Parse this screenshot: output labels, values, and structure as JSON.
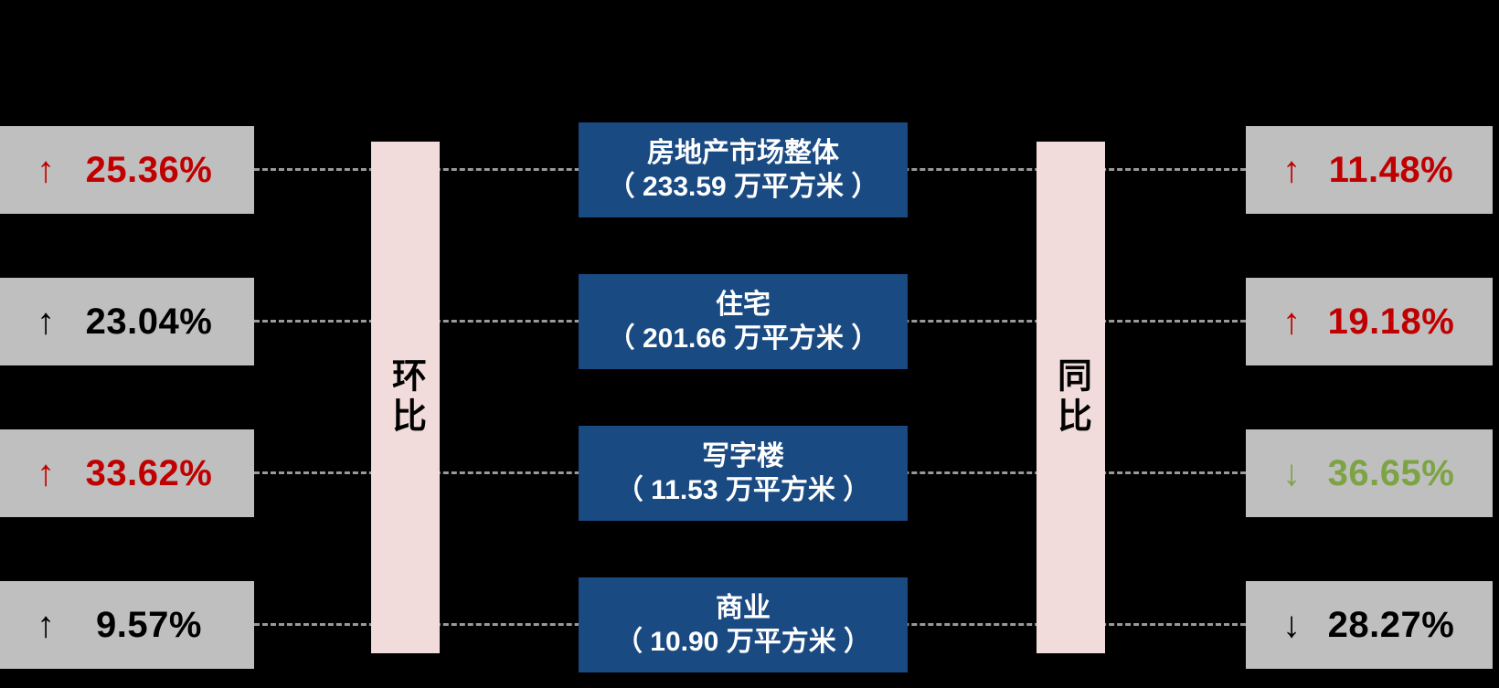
{
  "colors": {
    "background": "#000000",
    "gray_box": "#BFBFBF",
    "blue_box": "#1A4A82",
    "pink_bar": "#F2DCDB",
    "dash_line": "#9A9A9A",
    "red": "#C00000",
    "green": "#7CA444",
    "black": "#000000",
    "white": "#FFFFFF"
  },
  "left_column": {
    "label": "环比",
    "items": [
      {
        "arrow": "↑",
        "value": "25.36%",
        "color": "red"
      },
      {
        "arrow": "↑",
        "value": "23.04%",
        "color": "black"
      },
      {
        "arrow": "↑",
        "value": "33.62%",
        "color": "red"
      },
      {
        "arrow": "↑",
        "value": "9.57%",
        "color": "black"
      }
    ]
  },
  "center_column": {
    "items": [
      {
        "title": "房地产市场整体",
        "subtitle": "（ 233.59 万平方米 ）"
      },
      {
        "title": "住宅",
        "subtitle": "（ 201.66 万平方米 ）"
      },
      {
        "title": "写字楼",
        "subtitle": "（ 11.53 万平方米 ）"
      },
      {
        "title": "商业",
        "subtitle": "（ 10.90 万平方米 ）"
      }
    ]
  },
  "right_column": {
    "label": "同比",
    "items": [
      {
        "arrow": "↑",
        "value": "11.48%",
        "color": "red"
      },
      {
        "arrow": "↑",
        "value": "19.18%",
        "color": "red"
      },
      {
        "arrow": "↓",
        "value": "36.65%",
        "color": "green"
      },
      {
        "arrow": "↓",
        "value": "28.27%",
        "color": "black"
      }
    ]
  }
}
